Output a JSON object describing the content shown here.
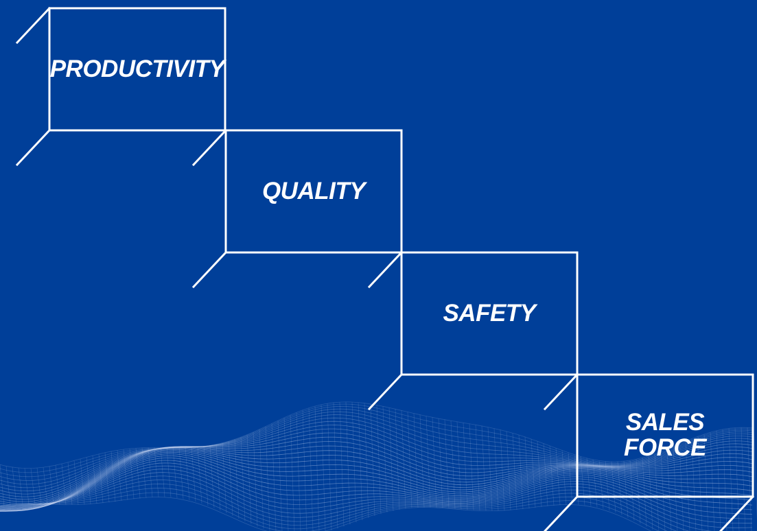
{
  "colors": {
    "background": "#003F99",
    "line": "#FFFFFF",
    "mesh": "#C9D6F2"
  },
  "steps": [
    {
      "label": "PRODUCTIVITY"
    },
    {
      "label": "QUALITY"
    },
    {
      "label": "SAFETY"
    },
    {
      "label": "SALES\nFORCE"
    }
  ],
  "decoration": {
    "icon": "wireframe-wave-mesh-icon"
  }
}
